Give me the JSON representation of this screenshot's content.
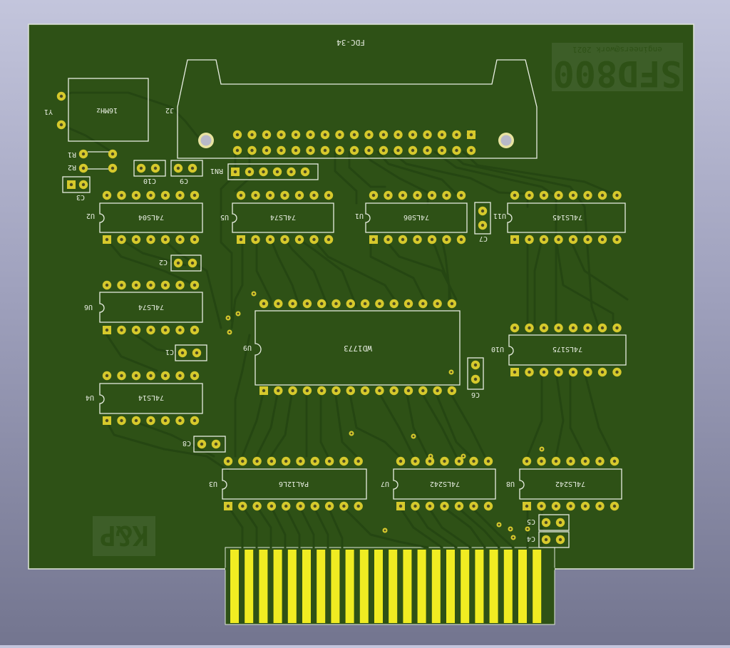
{
  "board": {
    "connector_label": "FDC-34",
    "logo_title": "SFD800",
    "logo_subtitle": "engineers@work 2021",
    "corner_logo": "K&P",
    "colors": {
      "background_top": "#c3c5dc",
      "background_bottom": "#73758f",
      "board": "#2e5116",
      "trace": "#274a12",
      "pad": "#d6c92c",
      "silkscreen": "#e9efe4",
      "edge_finger": "#f0ec22"
    }
  },
  "components": {
    "crystal": {
      "ref": "Y1",
      "value": "16MHz"
    },
    "header": {
      "ref": "J2"
    },
    "resistor_network": {
      "ref": "RN1"
    },
    "resistors": [
      {
        "ref": "R1"
      },
      {
        "ref": "R2"
      }
    ],
    "capacitors": [
      {
        "ref": "C1"
      },
      {
        "ref": "C2"
      },
      {
        "ref": "C3"
      },
      {
        "ref": "C4"
      },
      {
        "ref": "C5"
      },
      {
        "ref": "C6"
      },
      {
        "ref": "C7"
      },
      {
        "ref": "C8"
      },
      {
        "ref": "C9"
      },
      {
        "ref": "C10"
      }
    ],
    "ics": [
      {
        "ref": "U1",
        "part": "74LS06"
      },
      {
        "ref": "U2",
        "part": "74LS04"
      },
      {
        "ref": "U3",
        "part": "PAL12L6"
      },
      {
        "ref": "U4",
        "part": "74LS14"
      },
      {
        "ref": "U5",
        "part": "74LS74"
      },
      {
        "ref": "U6",
        "part": "74LS74"
      },
      {
        "ref": "U7",
        "part": "74LS242"
      },
      {
        "ref": "U8",
        "part": "74LS242"
      },
      {
        "ref": "U9",
        "part": "WD1773"
      },
      {
        "ref": "U10",
        "part": "74LS175"
      },
      {
        "ref": "U11",
        "part": "74LS145"
      }
    ]
  }
}
